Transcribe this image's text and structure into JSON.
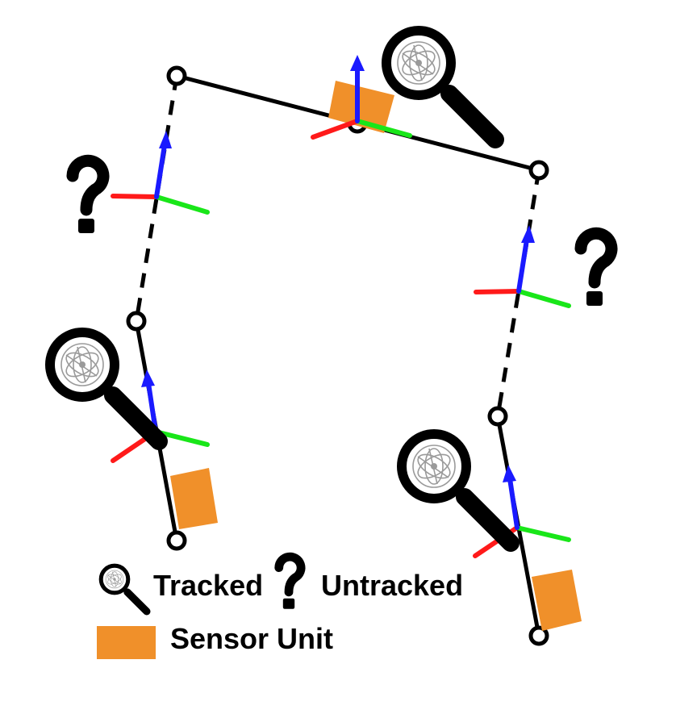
{
  "legend": {
    "tracked_label": "Tracked",
    "untracked_label": "Untracked",
    "sensor_label": "Sensor Unit"
  },
  "colors": {
    "sensor": "#f0902a",
    "axis_x": "#ff1a1a",
    "axis_y": "#19e619",
    "axis_z": "#1a1aff",
    "bone": "#000000"
  },
  "icons": {
    "tracked": "magnifier-icon",
    "untracked": "question-mark-icon"
  }
}
